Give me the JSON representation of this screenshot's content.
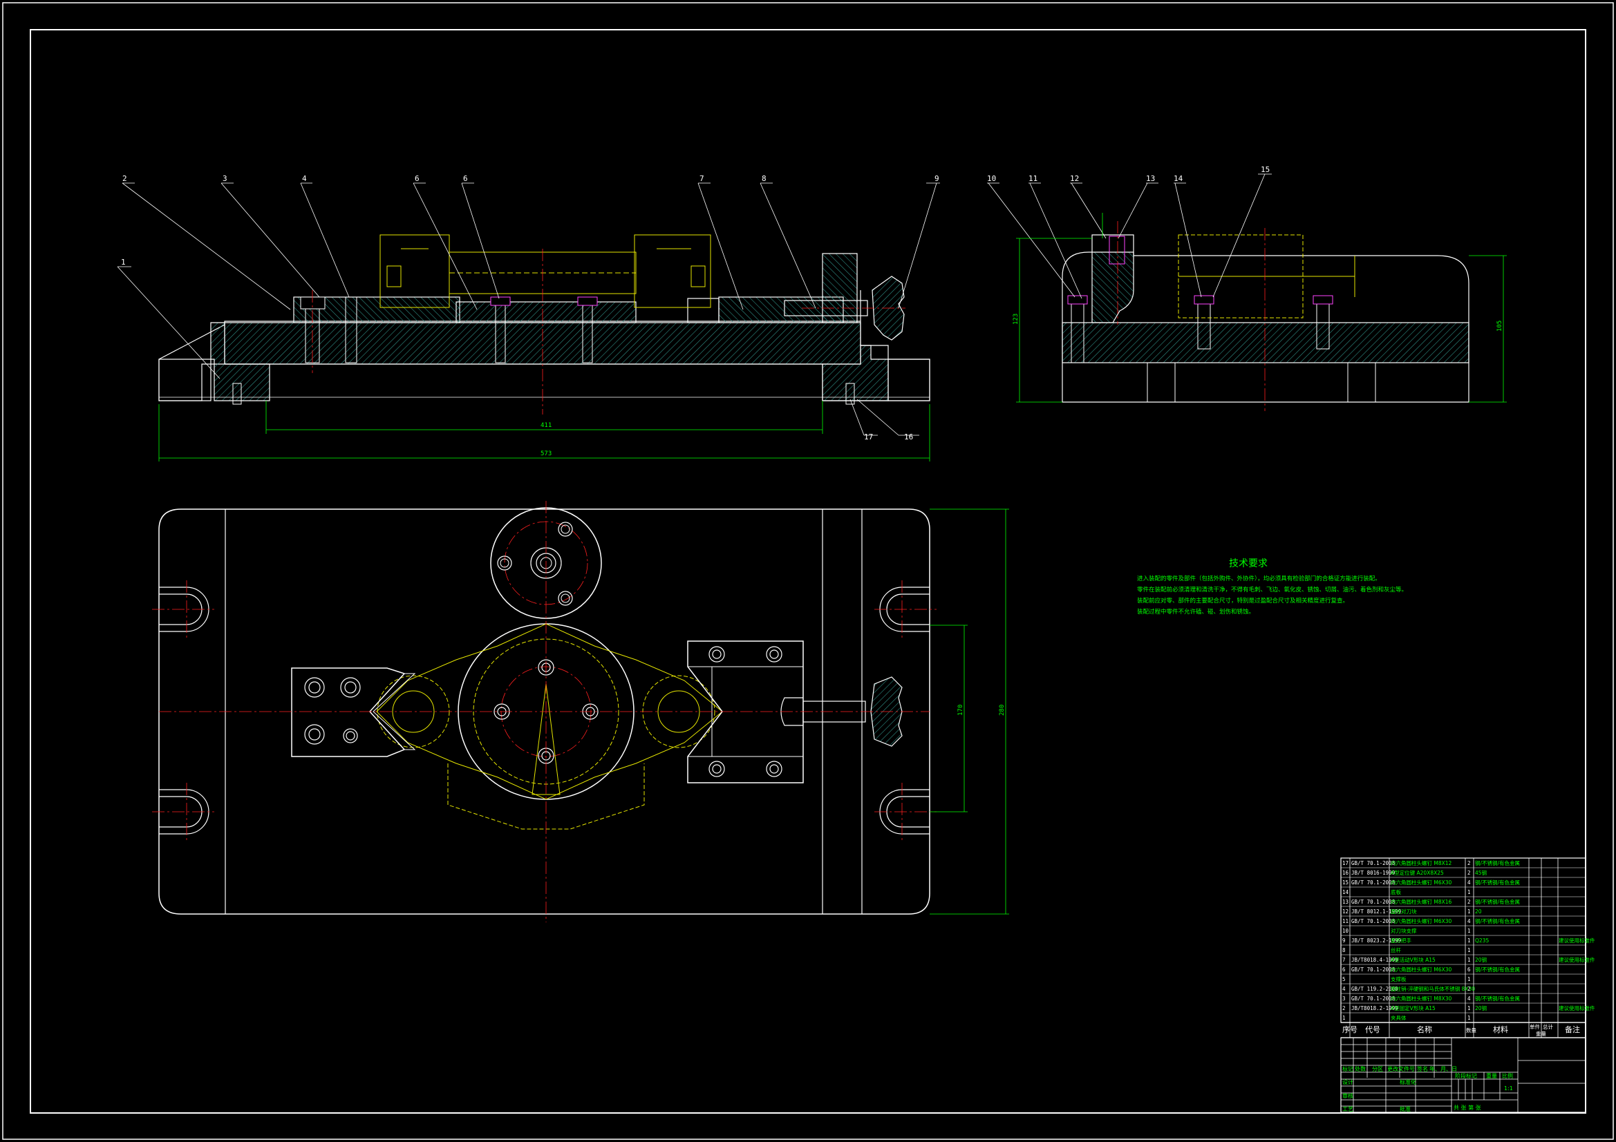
{
  "drawing": {
    "balloons": [
      "1",
      "2",
      "3",
      "4",
      "6",
      "6",
      "7",
      "8",
      "9",
      "10",
      "11",
      "12",
      "13",
      "14",
      "15",
      "16",
      "17"
    ],
    "dimensions": {
      "front_inner": "411",
      "front_overall": "573",
      "side_height_left": "123",
      "side_height_right": "105",
      "plan_height": "280",
      "plan_inner": "170"
    },
    "tech_requirements": {
      "title": "技术要求",
      "lines": [
        "进入装配的零件及部件（包括外购件、外协件），均必须具有检验部门的合格证方能进行装配。",
        "零件在装配前必须清理和清洗干净，不得有毛刺、飞边、氧化皮、锈蚀、切屑、油污、着色剂和灰尘等。",
        "装配前应对零、部件的主要配合尺寸，特别是过盈配合尺寸及相关精度进行复查。",
        "装配过程中零件不允许磕、碰、划伤和锈蚀。"
      ]
    },
    "bom": {
      "rows": [
        {
          "no": "17",
          "code": "GB/T 70.1-2008",
          "name": "内六角圆柱头螺钉 M8X12",
          "qty": "2",
          "mat": "钢/不锈钢/有色金属",
          "note": ""
        },
        {
          "no": "16",
          "code": "JB/T 8016-1999",
          "name": "A型定位键 A20X8X25",
          "qty": "2",
          "mat": "45钢",
          "note": ""
        },
        {
          "no": "15",
          "code": "GB/T 70.1-2008",
          "name": "内六角圆柱头螺钉 M6X30",
          "qty": "4",
          "mat": "钢/不锈钢/有色金属",
          "note": ""
        },
        {
          "no": "14",
          "code": "",
          "name": "底板",
          "qty": "1",
          "mat": "",
          "note": ""
        },
        {
          "no": "13",
          "code": "GB/T 70.1-2008",
          "name": "内六角圆柱头螺钉 M8X16",
          "qty": "2",
          "mat": "钢/不锈钢/有色金属",
          "note": ""
        },
        {
          "no": "12",
          "code": "JB/T 8012.1-1999",
          "name": "圆柱对刀块",
          "qty": "1",
          "mat": "20",
          "note": ""
        },
        {
          "no": "11",
          "code": "GB/T 70.1-2008",
          "name": "内六角圆柱头螺钉 M6X30",
          "qty": "4",
          "mat": "钢/不锈钢/有色金属",
          "note": ""
        },
        {
          "no": "10",
          "code": "",
          "name": "对刀块支撑",
          "qty": "1",
          "mat": "",
          "note": ""
        },
        {
          "no": "9",
          "code": "JB/T 8023.2-1999",
          "name": "星形把手",
          "qty": "1",
          "mat": "Q235",
          "note": "建议使用标准件"
        },
        {
          "no": "8",
          "code": "",
          "name": "丝杆",
          "qty": "1",
          "mat": "",
          "note": ""
        },
        {
          "no": "7",
          "code": "JB/T8018.4-1999",
          "name": "A型活动V形块 A15",
          "qty": "1",
          "mat": "20钢",
          "note": "建议使用标准件"
        },
        {
          "no": "6",
          "code": "GB/T 70.1-2008",
          "name": "内六角圆柱头螺钉 M6X30",
          "qty": "6",
          "mat": "钢/不锈钢/有色金属",
          "note": ""
        },
        {
          "no": "5",
          "code": "",
          "name": "支撑板",
          "qty": "1",
          "mat": "",
          "note": ""
        },
        {
          "no": "4",
          "code": "GB/T 119.2-2000",
          "name": "圆柱销-淬硬钢和马氏体不锈钢 8X30",
          "qty": "2",
          "mat": "",
          "note": ""
        },
        {
          "no": "3",
          "code": "GB/T 70.1-2008",
          "name": "内六角圆柱头螺钉 M8X30",
          "qty": "4",
          "mat": "钢/不锈钢/有色金属",
          "note": ""
        },
        {
          "no": "2",
          "code": "JB/T8018.2-1999",
          "name": "A型固定V形块 A15",
          "qty": "1",
          "mat": "20钢",
          "note": "建议使用标准件"
        },
        {
          "no": "1",
          "code": "",
          "name": "夹具体",
          "qty": "1",
          "mat": "",
          "note": ""
        }
      ],
      "header": {
        "no": "序号",
        "code": "代号",
        "name": "名称",
        "qty": "数量",
        "mat": "材料",
        "unit": "单件",
        "total": "总计",
        "weight": "重量",
        "note": "备注"
      }
    },
    "title_block": {
      "row1": [
        "标记",
        "处数",
        "分区",
        "更改文件号",
        "签名",
        "年、月、日"
      ],
      "design": "设计",
      "standard": "标准化",
      "check": "审核",
      "process": "工艺",
      "approve": "批准",
      "stage": "阶段标记",
      "weight": "重量",
      "scale": "比例",
      "scale_value": "1:1",
      "sheets": "共  张  第  张"
    }
  }
}
